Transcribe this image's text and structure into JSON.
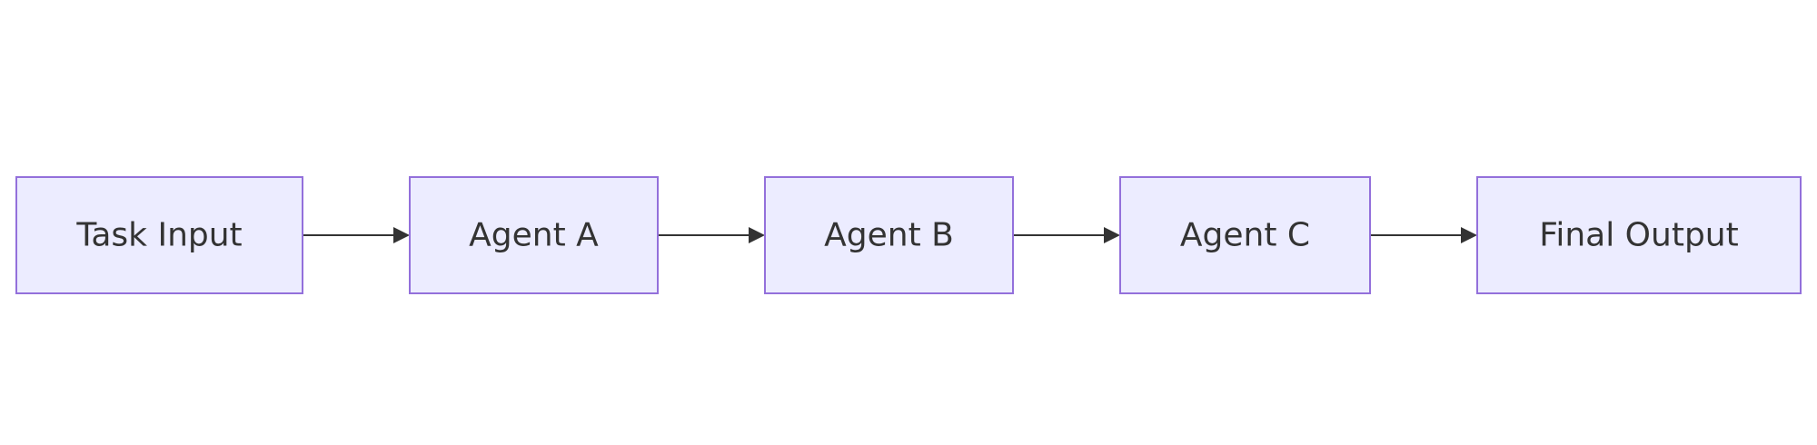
{
  "diagram": {
    "type": "flowchart",
    "direction": "left-to-right",
    "colors": {
      "node_fill": "#ececff",
      "node_border": "#9370db",
      "text": "#333333",
      "edge": "#333333"
    },
    "nodes": [
      {
        "id": "task-input",
        "label": "Task Input"
      },
      {
        "id": "agent-a",
        "label": "Agent A"
      },
      {
        "id": "agent-b",
        "label": "Agent B"
      },
      {
        "id": "agent-c",
        "label": "Agent C"
      },
      {
        "id": "final-output",
        "label": "Final Output"
      }
    ],
    "edges": [
      {
        "from": "task-input",
        "to": "agent-a"
      },
      {
        "from": "agent-a",
        "to": "agent-b"
      },
      {
        "from": "agent-b",
        "to": "agent-c"
      },
      {
        "from": "agent-c",
        "to": "final-output"
      }
    ]
  }
}
